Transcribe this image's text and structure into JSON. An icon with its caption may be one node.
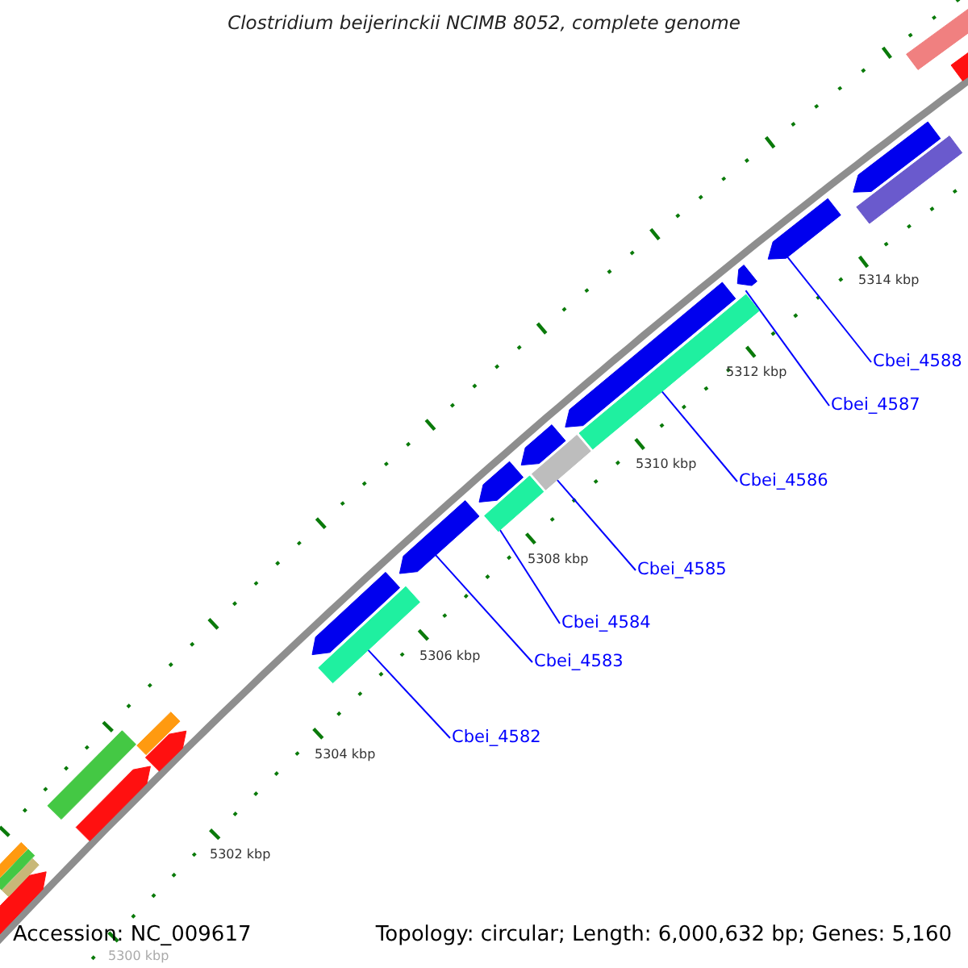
{
  "diagram": {
    "title": "Clostridium beijerinckii NCIMB 8052, complete genome",
    "nodes": [
      {
        "text": [
          "Cbei_4582"
        ]
      },
      {
        "text": [
          "Cbei_4583"
        ]
      },
      {
        "text": [
          "Cbei_4584"
        ]
      },
      {
        "text": [
          "Cbei_4585"
        ]
      },
      {
        "text": [
          "Cbei_4586"
        ]
      },
      {
        "text": [
          "Cbei_4587"
        ]
      },
      {
        "text": [
          "Cbei_4588"
        ]
      },
      {
        "text": [],
        "shape": "arrow"
      },
      {
        "text": [],
        "shape": "bar"
      },
      {
        "text": [],
        "shape": "bar"
      },
      {
        "text": [],
        "shape": "bar"
      },
      {
        "text": [],
        "shape": "bar"
      },
      {
        "text": [],
        "shape": "arrow"
      },
      {
        "text": [],
        "shape": "bar"
      },
      {
        "text": [],
        "shape": "arrow"
      },
      {
        "text": [],
        "shape": "arrow"
      },
      {
        "text": [],
        "shape": "bar"
      },
      {
        "text": [],
        "shape": "arrow"
      },
      {
        "text": [],
        "shape": "arrow"
      },
      {
        "text": [],
        "shape": "bar"
      },
      {
        "text": [],
        "shape": "arrow"
      },
      {
        "text": [],
        "shape": "bar"
      },
      {
        "text": [],
        "shape": "arrow"
      },
      {
        "text": [],
        "shape": "bar"
      },
      {
        "text": [],
        "shape": "arrow"
      },
      {
        "text": [],
        "shape": "arrow"
      },
      {
        "text": [],
        "shape": "arrow"
      },
      {
        "text": [],
        "shape": "bar"
      },
      {
        "text": [],
        "shape": "bar"
      },
      {
        "text": [],
        "shape": "arrow"
      }
    ],
    "edges": [
      {
        "from": 0,
        "to": 16,
        "arrow": "none"
      },
      {
        "from": 1,
        "to": 17,
        "arrow": "none"
      },
      {
        "from": 2,
        "to": 19,
        "arrow": "none"
      },
      {
        "from": 3,
        "to": 21,
        "arrow": "none"
      },
      {
        "from": 4,
        "to": 23,
        "arrow": "none"
      },
      {
        "from": 5,
        "to": 24,
        "arrow": "none"
      },
      {
        "from": 6,
        "to": 25,
        "arrow": "none"
      }
    ],
    "labels": [
      "5314 kbp",
      "5312 kbp",
      "5310 kbp",
      "5308 kbp",
      "5306 kbp",
      "5304 kbp",
      "5302 kbp",
      "Accession: NC_009617",
      "Topology: circular; Length: 6,000,632 bp; Genes: 5,160",
      "5300 kbp"
    ]
  }
}
